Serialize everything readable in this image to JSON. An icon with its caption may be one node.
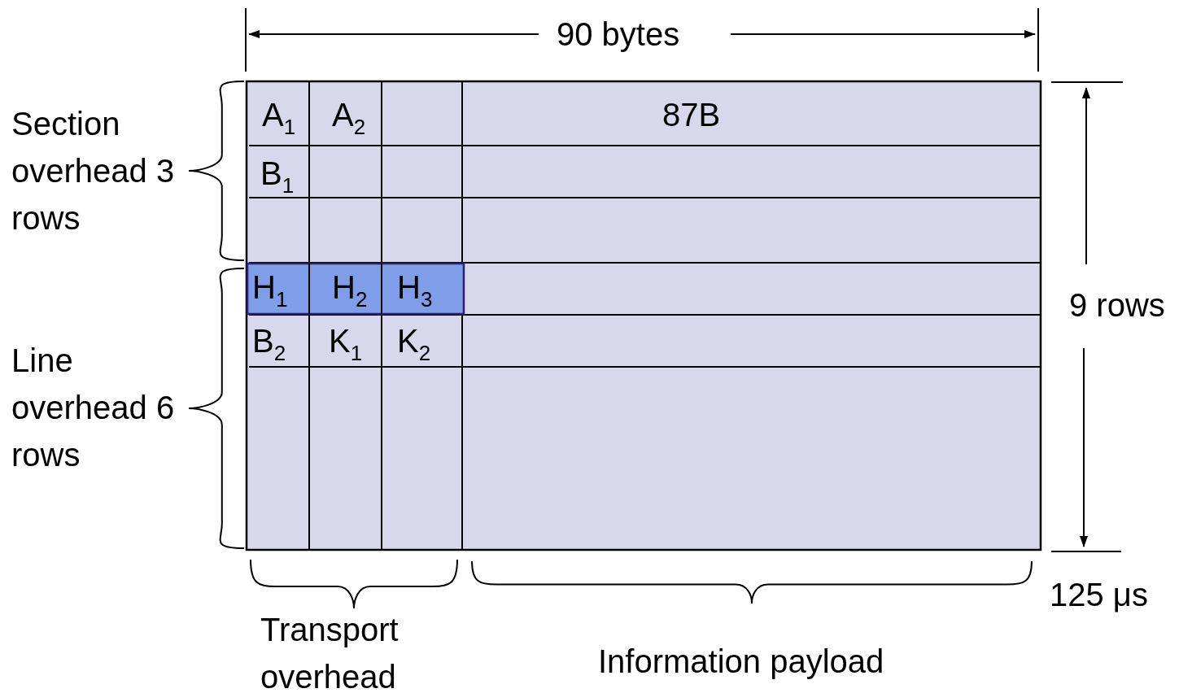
{
  "diagram": {
    "labels": [
      "90 bytes",
      "Section overhead 3 rows",
      "A$_{1}$",
      "A$_{2}$",
      "87B",
      "B$_{1}$",
      "H$_{1}$",
      "H$_{2}$",
      "H$_{3}$",
      "9 rows",
      "Line overhead 6 rows",
      "B$_{2}$",
      "K$_{1}$",
      "K$_{2}$",
      "125 μs",
      "Transport overhead",
      "Information payload"
    ]
  }
}
